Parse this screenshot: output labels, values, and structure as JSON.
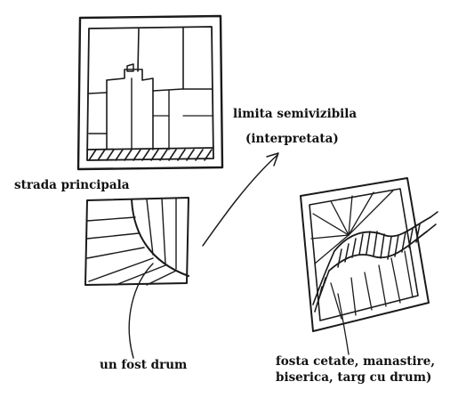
{
  "labels": {
    "limit": "limita semivizibila",
    "interpreted": "(interpretata)",
    "main_street": "strada principala",
    "former_road": "un fost drum",
    "moat_line1": "fosta cetate, manastire,",
    "moat_line2": "biserica, targ cu drum)"
  },
  "colors": {
    "ink": "#1a1a1a",
    "paper": "#ffffff"
  }
}
